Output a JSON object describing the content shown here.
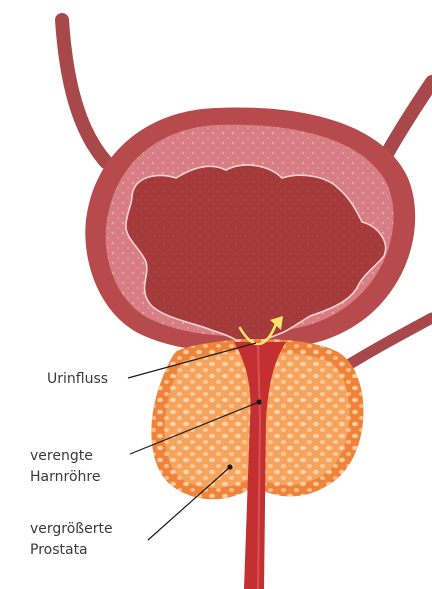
{
  "labels": {
    "urinfluss": "Urinfluss",
    "verengte_line1": "verengte",
    "verengte_line2": "Harnröhre",
    "prostata_line1": "vergrößerte",
    "prostata_line2": "Prostata"
  },
  "colors": {
    "bladder_wall": "#b64a4c",
    "bladder_mid": "#d77d83",
    "bladder_cavity": "#a53a3a",
    "tube": "#a8484b",
    "prostata_outer": "#f0833a",
    "prostata_inner": "#f6a35e",
    "urethra": "#c42f32",
    "arrow": "#ffe56a",
    "leader": "#1a1a1a"
  }
}
